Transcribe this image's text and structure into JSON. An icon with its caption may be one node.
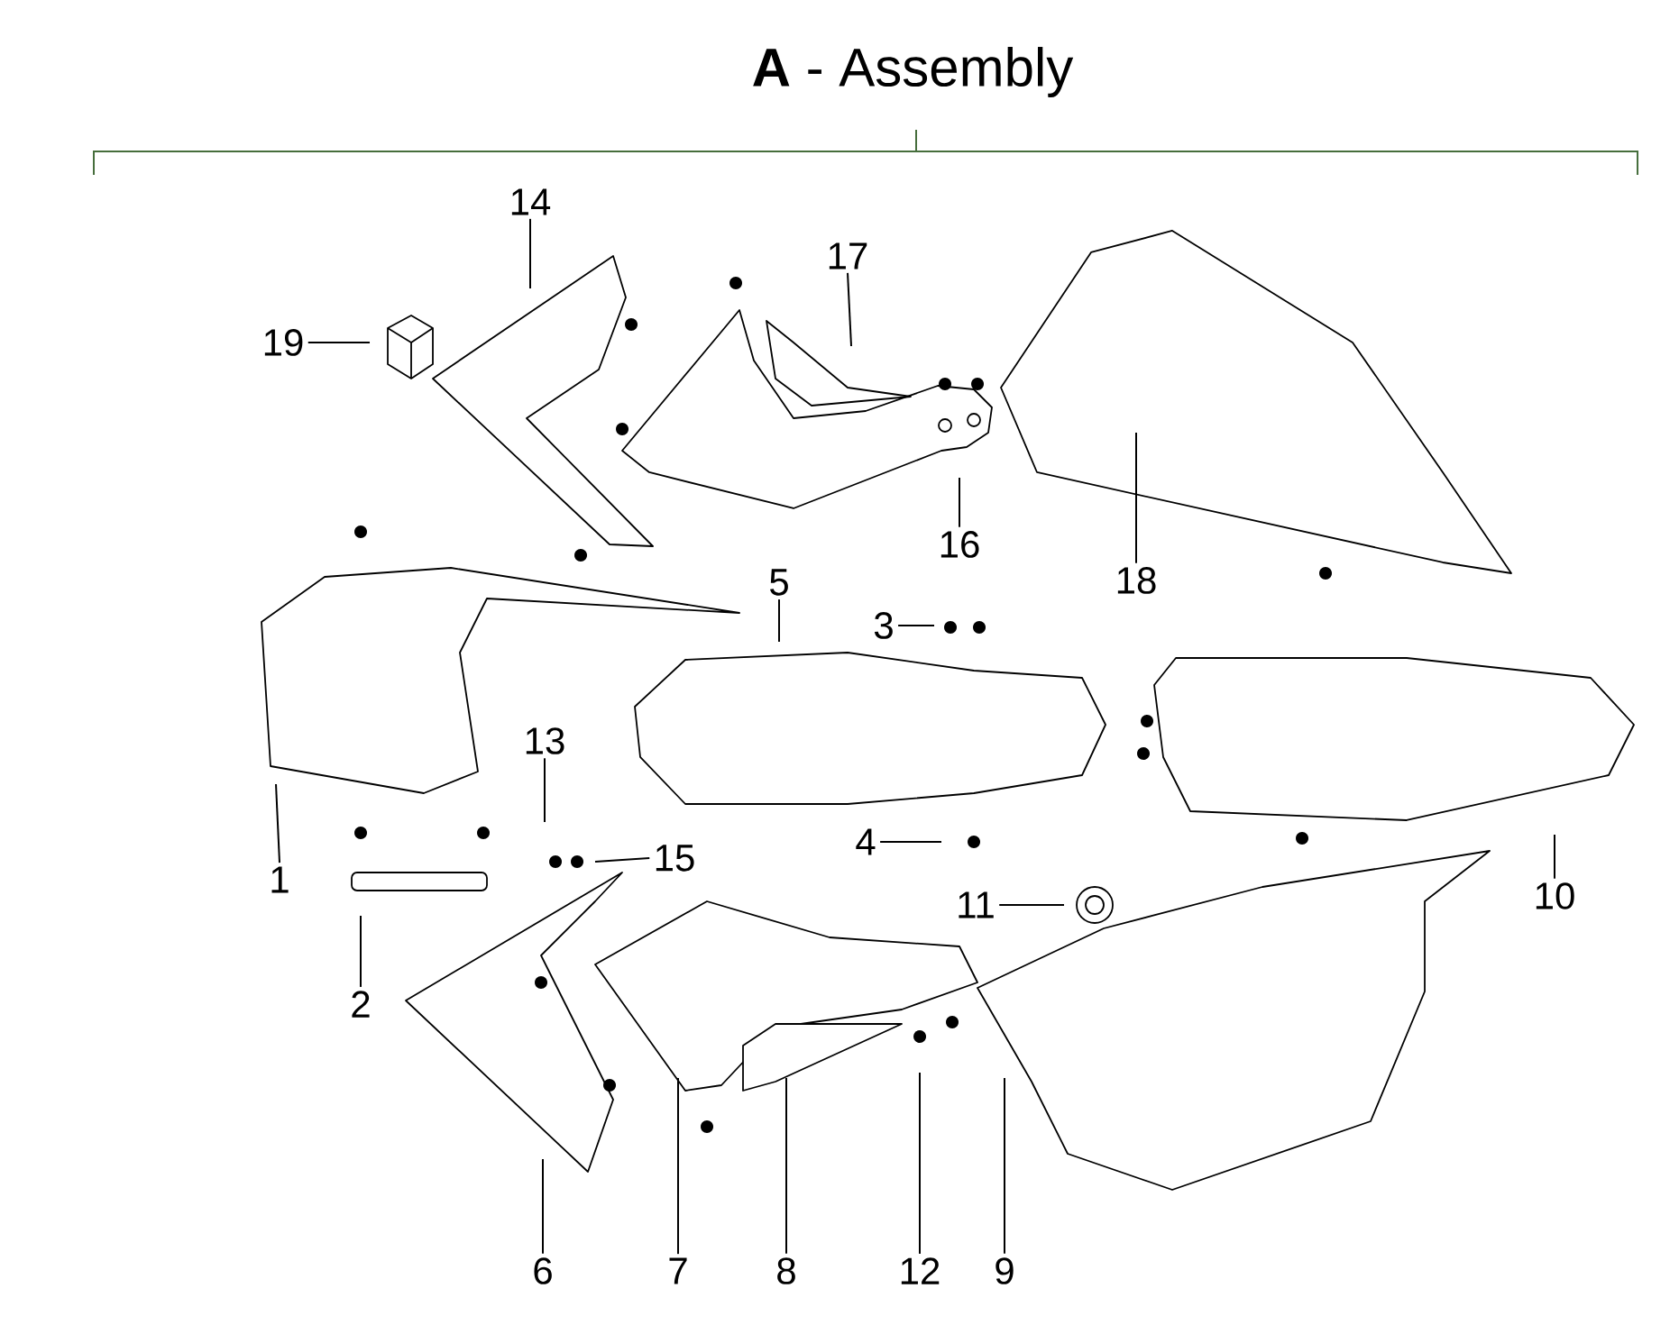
{
  "diagram": {
    "title": "**A** - Assembly",
    "nodes": [
      {
        "text": [
          "14"
        ]
      },
      {
        "text": [
          "17"
        ]
      },
      {
        "text": [
          "19"
        ]
      },
      {
        "text": [
          "16"
        ]
      },
      {
        "text": [
          "18"
        ]
      },
      {
        "text": [
          "5"
        ]
      },
      {
        "text": [
          "3"
        ]
      },
      {
        "text": [
          "13"
        ]
      },
      {
        "text": [
          "1"
        ]
      },
      {
        "text": [
          "15"
        ]
      },
      {
        "text": [
          "4"
        ]
      },
      {
        "text": [
          "11"
        ]
      },
      {
        "text": [
          "10"
        ]
      },
      {
        "text": [
          "2"
        ]
      },
      {
        "text": [
          "6"
        ]
      },
      {
        "text": [
          "7"
        ]
      },
      {
        "text": [
          "8"
        ]
      },
      {
        "text": [
          "12"
        ]
      },
      {
        "text": [
          "9"
        ]
      }
    ],
    "edges": [
      {
        "from": 0,
        "to": null,
        "arrow": "none"
      },
      {
        "from": 1,
        "to": null,
        "arrow": "none"
      },
      {
        "from": 2,
        "to": null,
        "arrow": "none"
      },
      {
        "from": 3,
        "to": null,
        "arrow": "none"
      },
      {
        "from": 4,
        "to": null,
        "arrow": "none"
      },
      {
        "from": 5,
        "to": null,
        "arrow": "none"
      },
      {
        "from": 6,
        "to": null,
        "arrow": "none"
      },
      {
        "from": 7,
        "to": null,
        "arrow": "none"
      },
      {
        "from": 8,
        "to": null,
        "arrow": "none"
      },
      {
        "from": 9,
        "to": null,
        "arrow": "none"
      },
      {
        "from": 10,
        "to": null,
        "arrow": "none"
      },
      {
        "from": 11,
        "to": null,
        "arrow": "none"
      },
      {
        "from": 12,
        "to": null,
        "arrow": "none"
      },
      {
        "from": 13,
        "to": null,
        "arrow": "none"
      },
      {
        "from": 14,
        "to": null,
        "arrow": "none"
      },
      {
        "from": 15,
        "to": null,
        "arrow": "none"
      },
      {
        "from": 16,
        "to": null,
        "arrow": "none"
      },
      {
        "from": 17,
        "to": null,
        "arrow": "none"
      },
      {
        "from": 18,
        "to": null,
        "arrow": "none"
      }
    ]
  }
}
